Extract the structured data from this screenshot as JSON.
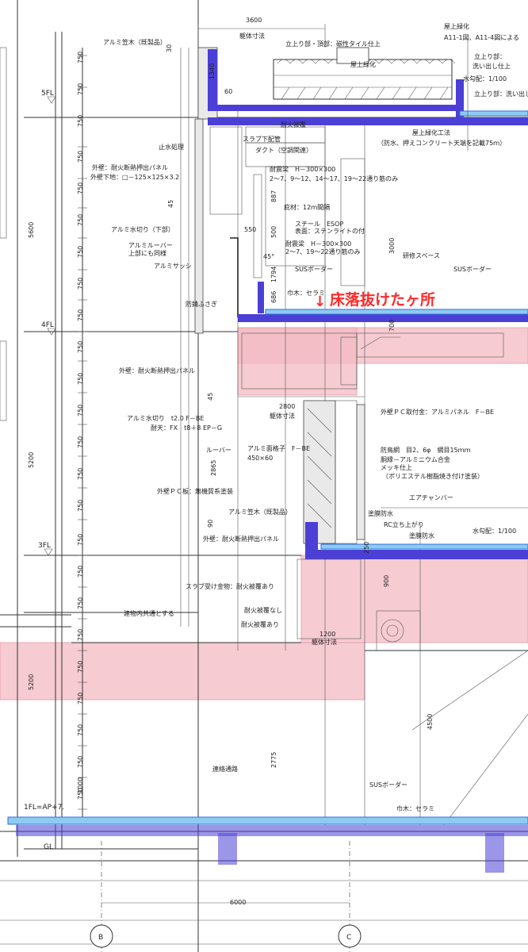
{
  "colors": {
    "highlight_pink": "#f3b9c3",
    "slab_blue": "#4b3fd6",
    "waterproof_lightblue": "#8ecbf3",
    "callout_red": "#ff2a2a"
  },
  "callout": {
    "arrow": "↓",
    "text": "床落抜けたヶ所"
  },
  "floors": {
    "fl5": "5FL",
    "fl4": "4FL",
    "fl3": "3FL",
    "fl1": "1FL=AP+7.",
    "gl": "GL"
  },
  "dimensions": {
    "top_width": "3600",
    "top_width_note": "躯体寸法",
    "mid_width": "2800",
    "mid_width_note": "躯体寸法",
    "low_width": "1200",
    "low_width_note": "躯体寸法",
    "bottom_width": "6000",
    "h_5600": "5600",
    "h_5200a": "5200",
    "h_5200b": "5200",
    "h_3000": "3000",
    "h_4500": "4500",
    "h_2865": "2865",
    "h_2775": "2775",
    "h_1340": "1340",
    "h_1794": "1794",
    "h_887": "887",
    "h_550": "550",
    "h_500": "500",
    "h_900": "900",
    "h_686": "686",
    "h_1000": "1000",
    "h_45a": "45",
    "h_45b": "45",
    "h_60": "60",
    "h_90": "90",
    "h_30": "30",
    "h_700": "700",
    "h_250": "250",
    "angle_45": "45°",
    "left_ticks": [
      "750",
      "750",
      "750",
      "750",
      "750",
      "750",
      "750",
      "750",
      "750",
      "750",
      "750",
      "750",
      "750",
      "750",
      "750",
      "750",
      "750",
      "750",
      "750",
      "750",
      "750",
      "750",
      "750",
      "750"
    ]
  },
  "grid": {
    "b": "B",
    "c": "C"
  },
  "notes": {
    "n1": "アルミ笠木（既製品）",
    "n2": "立上り部・頂部：磁性タイル仕上",
    "n3": "屋上緑化",
    "n4": "屋上緑化",
    "n5": "A11-1図、A11-4図による",
    "n6": "立上り部：",
    "n7": "洗い出し仕上",
    "n8": "水勾配：1/100",
    "n9": "立上り部：洗い出し仕上",
    "n10": "屋上緑化工法",
    "n11": "（防水、押えコンクリート天端を記載75ｍ）",
    "n12": "耐火被覆",
    "n13": "止水処理",
    "n14": "スラブ下配管",
    "n15": "ダクト（空調関連）",
    "n16": "外壁：耐火断熱押出パネル",
    "n17": "外壁下地：□－125×125×3.2",
    "n18": "耐震梁　H－300×300",
    "n19": "2～7、9～12、14～17、19～22通り筋のみ",
    "n20": "庇材：12ｍ間隔",
    "n21": "スチール　ESOP",
    "n22": "表面：ステンライトの付",
    "n23": "アルミ水切り（下部）",
    "n24": "アルミルーバー",
    "n25": "上部にも同様",
    "n26": "アルミサッシ",
    "n27": "耐震梁　H－300×300",
    "n28": "2～7、19～22通り筋のみ",
    "n29": "研修スペース",
    "n30": "SUSボーダー",
    "n31": "巾木：セラミ",
    "n32": "SUSボーダー",
    "n33": "防錆ふさぎ",
    "n34": "外壁：耐火断熱押出パネル",
    "n35": "外壁ＰＣ取付金：アルミパネル　F－BE",
    "n36": "アルミ水切り　t2.0 F－BE",
    "n37": "耐天：FX　t8＋8 EP－G",
    "n38": "ルーバー",
    "n39": "アルミ面格子　F－BE",
    "n40": "450×60",
    "n41": "防鳥網　目2、6φ　網目15ｍｍ",
    "n42": "胴縁－アルミニウム合金",
    "n43": "メッキ仕上",
    "n44": "（ポリエステル樹脂焼き付け塗装）",
    "n45": "外壁ＰＣ板：無機質系塗装",
    "n46": "エアチャンバー",
    "n47": "アルミ笠木（既製品）",
    "n48": "塗膜防水",
    "n49": "RC立ち上がり",
    "n50": "塗膜防水",
    "n51": "水勾配：1/100",
    "n52": "外壁：耐火断熱押出パネル",
    "n53": "スラブ受け金物：耐火被覆あり",
    "n54": "耐火被覆なし",
    "n55": "耐火被覆あり",
    "n56": "建物内共通とする",
    "n57": "連絡通路",
    "n58": "SUSボーダー",
    "n59": "巾木：セラミ"
  }
}
